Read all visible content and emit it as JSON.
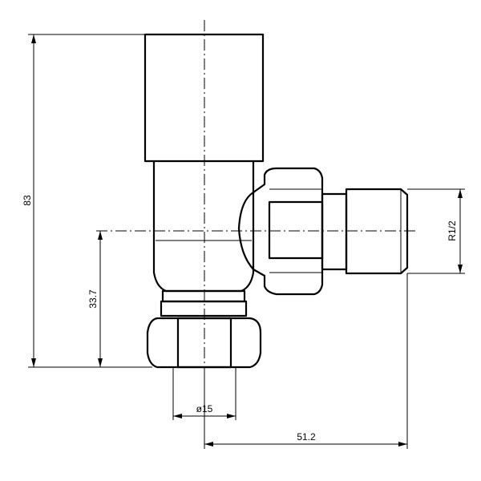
{
  "dimensions": {
    "overall_height": "83",
    "inlet_height": "33.7",
    "outlet_diameter": "ø15",
    "horizontal_offset": "51.2",
    "thread_size": "R1/2"
  }
}
